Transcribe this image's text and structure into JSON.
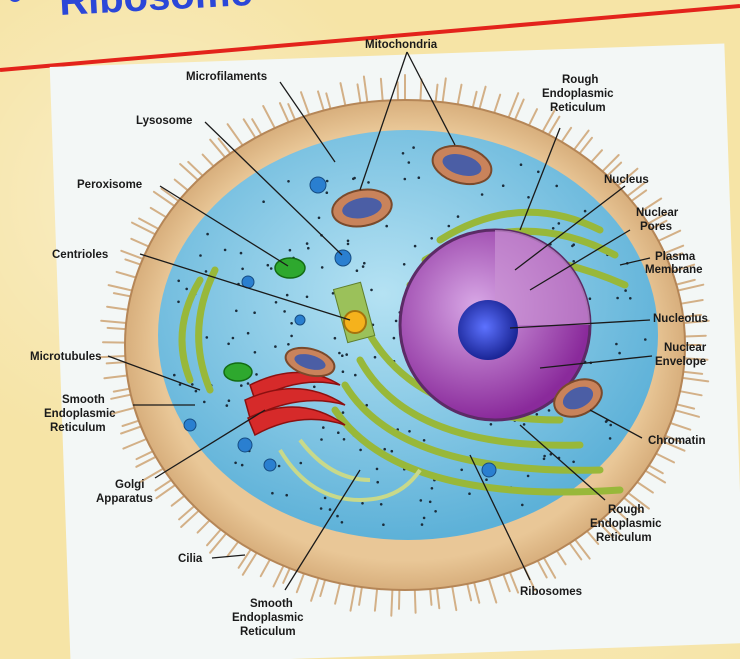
{
  "heading": "Ribosome",
  "colors": {
    "heading": "#2b47d8",
    "rule": "#e3231b",
    "cytoplasm": "#7fc6e3",
    "nucleus": "#9b3fa6",
    "nucleolus": "#2437c9",
    "golgi": "#d62a2a",
    "er": "#98b83a",
    "background": "#f6e4a6"
  },
  "labels": {
    "mitochondria": "Mitochondria",
    "microfilaments": "Microfilaments",
    "rough_er_top": [
      "Rough",
      "Endoplasmic",
      "Reticulum"
    ],
    "lysosome": "Lysosome",
    "nucleus": "Nucleus",
    "peroxisome": "Peroxisome",
    "nuclear_pores": [
      "Nuclear",
      "Pores"
    ],
    "centrioles": "Centrioles",
    "plasma_membrane": [
      "Plasma",
      "Membrane"
    ],
    "nucleolus": "Nucleolus",
    "microtubules": "Microtubules",
    "nuclear_envelope": [
      "Nuclear",
      "Envelope"
    ],
    "smooth_er_left": [
      "Smooth",
      "Endoplasmic",
      "Reticulum"
    ],
    "chromatin": "Chromatin",
    "golgi": [
      "Golgi",
      "Apparatus"
    ],
    "rough_er_bottom": [
      "Rough",
      "Endoplasmic",
      "Reticulum"
    ],
    "cilia": "Cilia",
    "ribosomes": "Ribosomes",
    "smooth_er_bottom": [
      "Smooth",
      "Endoplasmic",
      "Reticulum"
    ]
  }
}
